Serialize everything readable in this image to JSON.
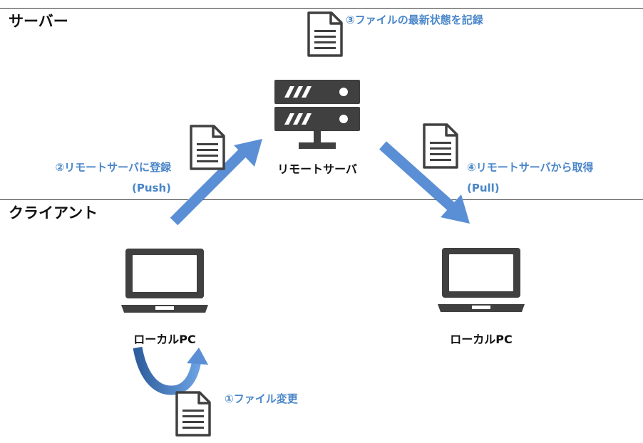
{
  "sections": {
    "server": "サーバー",
    "client": "クライアント"
  },
  "nodes": {
    "remote_server": "リモートサーバ",
    "local_pc_left": "ローカルPC",
    "local_pc_right": "ローカルPC"
  },
  "steps": {
    "step1": "①ファイル変更",
    "step2_line1": "②リモートサーバに登録",
    "step2_line2": "(Push)",
    "step3": "③ファイルの最新状態を記録",
    "step4_line1": "④リモートサーバから取得",
    "step4_line2": "(Pull)"
  },
  "colors": {
    "accent": "#4a86c9",
    "arrow": "#5b8fd5",
    "icon": "#404040"
  },
  "icons": [
    "server-icon",
    "laptop-icon",
    "laptop-icon",
    "document-icon",
    "document-icon",
    "document-icon",
    "document-icon",
    "arrow-icon"
  ]
}
